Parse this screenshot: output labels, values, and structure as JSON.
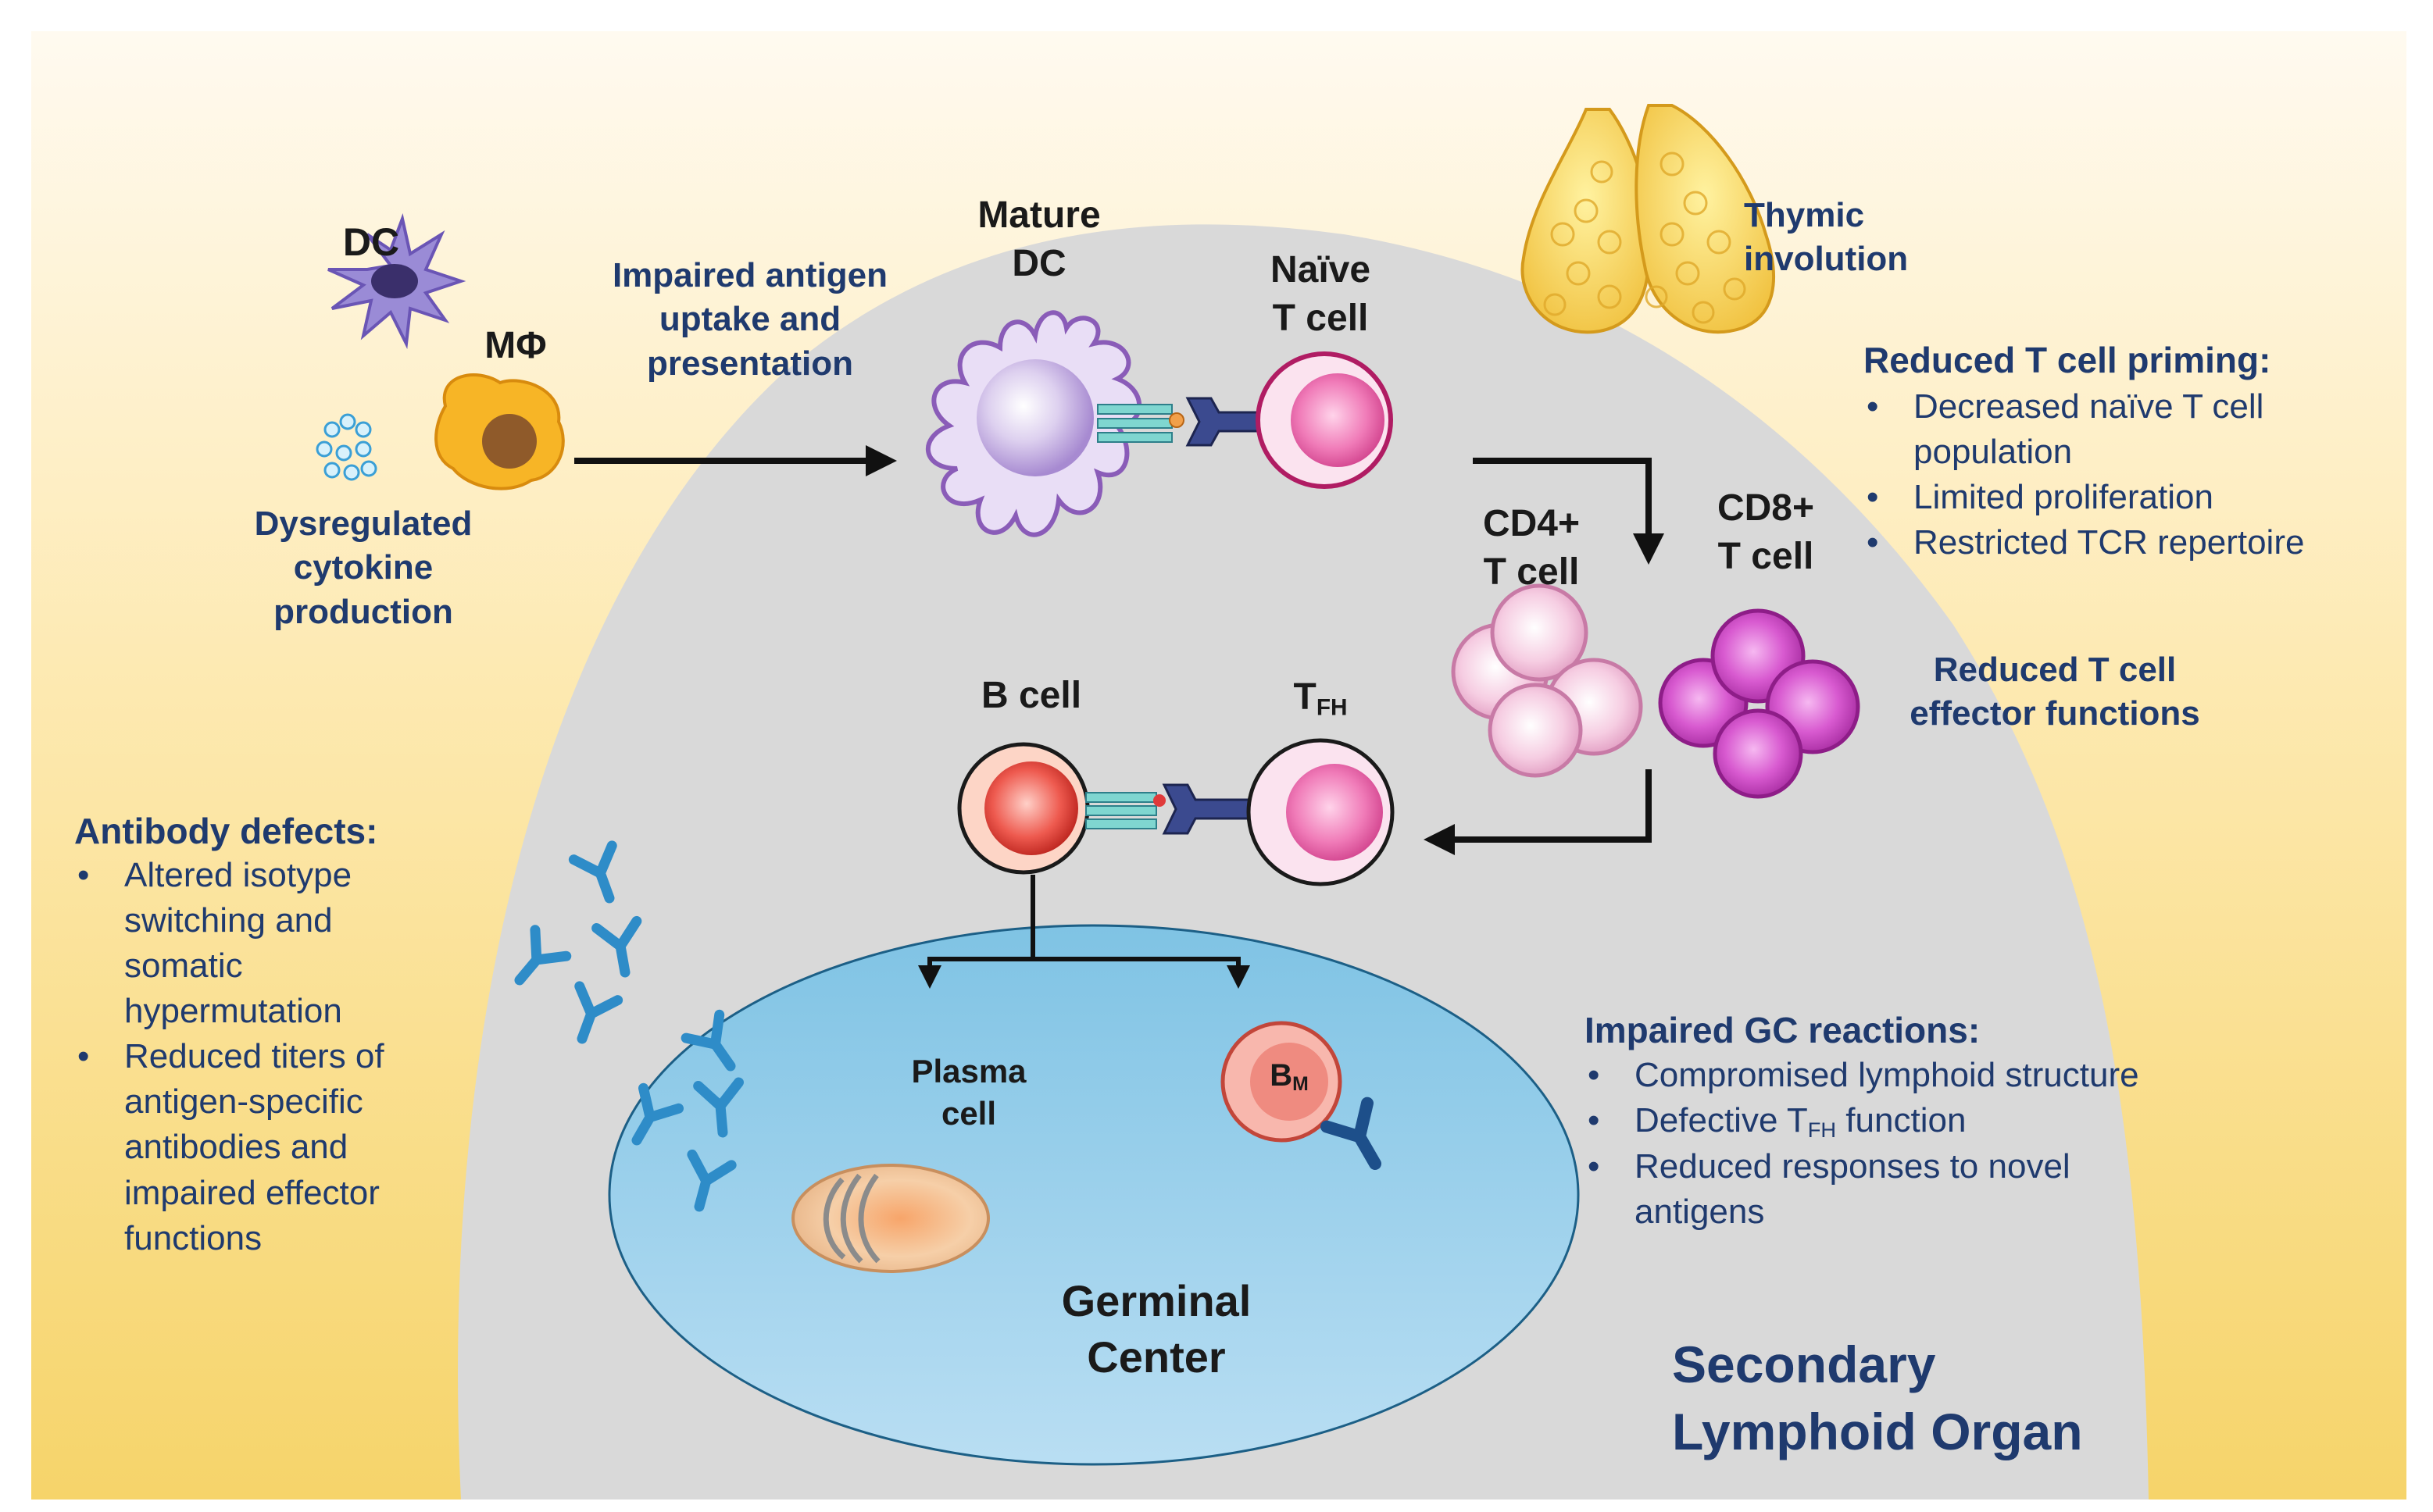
{
  "labels": {
    "dc": "DC",
    "mphi": "MΦ",
    "dysregulated": [
      "Dysregulated",
      "cytokine",
      "production"
    ],
    "impaired_antigen": [
      "Impaired antigen",
      "uptake and",
      "presentation"
    ],
    "mature_dc": [
      "Mature",
      "DC"
    ],
    "naive_t": [
      "Naïve",
      "T cell"
    ],
    "thymic": [
      "Thymic",
      "involution"
    ],
    "cd4": [
      "CD4+",
      "T cell"
    ],
    "cd8": [
      "CD8+",
      "T cell"
    ],
    "reduced_effector": [
      "Reduced T cell",
      "effector functions"
    ],
    "b_cell": "B cell",
    "tfh": {
      "main": "T",
      "sub": "FH"
    },
    "plasma": [
      "Plasma",
      "cell"
    ],
    "bm": {
      "main": "B",
      "sub": "M"
    },
    "germinal": [
      "Germinal",
      "Center"
    ],
    "secondary": [
      "Secondary",
      "Lymphoid Organ"
    ]
  },
  "panels": {
    "t_priming": {
      "title": "Reduced T cell priming:",
      "items": [
        "Decreased naïve T cell population",
        "Limited proliferation",
        "Restricted TCR repertoire"
      ]
    },
    "antibody": {
      "title": "Antibody defects:",
      "items": [
        "Altered isotype switching and somatic hypermutation",
        "Reduced titers of antigen-specific antibodies and impaired effector functions"
      ]
    },
    "gc": {
      "title": "Impaired GC reactions:",
      "items": [
        {
          "text": "Compromised lymphoid structure"
        },
        {
          "pre": "Defective T",
          "sub": "FH",
          "post": " function"
        },
        {
          "text": "Reduced responses to novel antigens"
        }
      ]
    }
  },
  "colors": {
    "title_navy": "#1f3a6e",
    "background_yellow": "#f7d977",
    "organ_gray": "#d9d9d9",
    "germinal_blue": "#8fcbe6",
    "antibody_blue": "#2e8cc8",
    "cd8_magenta": "#c93fc4",
    "cd4_pink": "#f2bfdc",
    "b_cell_red": "#e8413a"
  }
}
